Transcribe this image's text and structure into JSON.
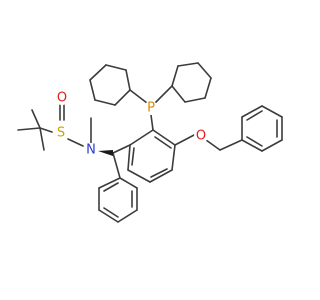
{
  "molecule": {
    "atoms": [
      {
        "label": "P",
        "color": "#e08a00"
      },
      {
        "label": "S",
        "color": "#c8a500"
      },
      {
        "label": "O",
        "color": "#e02020"
      },
      {
        "label": "N",
        "color": "#2b3bd6"
      },
      {
        "label": "O",
        "color": "#e02020"
      }
    ],
    "colors": {
      "bond": "#3c3c3c",
      "wedge": "#1a1a1a",
      "background": "#ffffff"
    }
  }
}
